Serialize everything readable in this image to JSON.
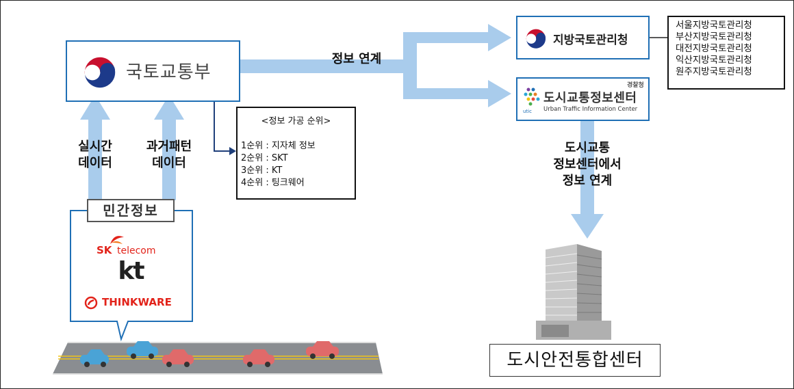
{
  "ministry": {
    "name": "국토교통부"
  },
  "regional_office": {
    "name": "지방국토관리청"
  },
  "regional_list": [
    "서울지방국토관리청",
    "부산지방국토관리청",
    "대전지방국토관리청",
    "익산지방국토관리청",
    "원주지방국토관리청"
  ],
  "utic": {
    "badge": "경찰청",
    "name_ko": "도시교통정보센터",
    "name_en": "Urban Traffic Information Center",
    "logo_text": "utic"
  },
  "link_label": "정보 연계",
  "realtime_label": [
    "실시간",
    "데이터"
  ],
  "history_label": [
    "과거패턴",
    "데이터"
  ],
  "priority": {
    "title": "<정보 가공 순위>",
    "items": [
      "1순위 : 지자체 정보",
      "2순위 : SKT",
      "3순위 : KT",
      "4순위 : 팅크웨어"
    ]
  },
  "private": {
    "title": "민간정보",
    "skt_brand": "SK",
    "skt_word": "telecom",
    "kt_word": "kt",
    "thinkware_word": "THINKWARE"
  },
  "utic_link_label": [
    "도시교통",
    "정보센터에서",
    "정보 연계"
  ],
  "center": {
    "name": "도시안전통합센터"
  },
  "colors": {
    "arrow": "#a9ccec",
    "border_blue": "#1f6fb5",
    "road": "#8a8d91",
    "lane": "#f0c419"
  }
}
